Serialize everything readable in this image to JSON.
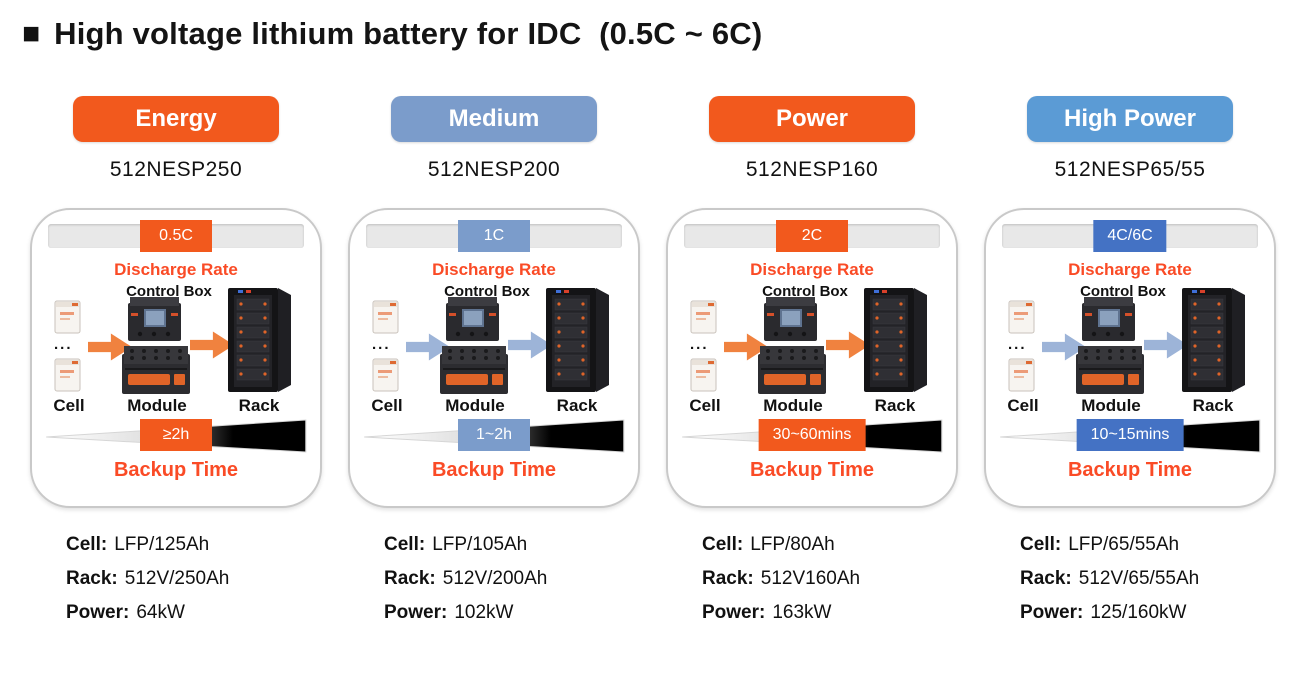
{
  "title": {
    "bullet": "■",
    "text": "High voltage lithium battery for IDC  (0.5C ~ 6C)"
  },
  "colors": {
    "accent_orange": "#f2591d",
    "accent_label_red": "#fa4b26",
    "medium_blue": "#7b9ccb",
    "high_power_blue": "#5b9bd5",
    "royal_blue": "#4472c4",
    "arrow_orange": "#f0823f",
    "arrow_blue": "#9db4d8"
  },
  "columns": [
    {
      "category": "Energy",
      "model": "512NESP250",
      "theme": {
        "header_bg": "#f2591d",
        "badge_bg": "#f2591d",
        "arrow": "#f0823f"
      },
      "discharge": {
        "rate": "0.5C",
        "label": "Discharge Rate"
      },
      "diagram": {
        "control_box": "Control Box",
        "cell": "Cell",
        "module": "Module",
        "rack": "Rack",
        "dots": "..."
      },
      "backup": {
        "time": "≥2h",
        "label": "Backup Time"
      },
      "specs": [
        {
          "label": "Cell:",
          "value": "LFP/125Ah"
        },
        {
          "label": "Rack:",
          "value": "512V/250Ah"
        },
        {
          "label": "Power:",
          "value": "64kW"
        }
      ]
    },
    {
      "category": "Medium",
      "model": "512NESP200",
      "theme": {
        "header_bg": "#7b9ccb",
        "badge_bg": "#7b9ccb",
        "arrow": "#9db4d8"
      },
      "discharge": {
        "rate": "1C",
        "label": "Discharge Rate"
      },
      "diagram": {
        "control_box": "Control Box",
        "cell": "Cell",
        "module": "Module",
        "rack": "Rack",
        "dots": "..."
      },
      "backup": {
        "time": "1~2h",
        "label": "Backup Time"
      },
      "specs": [
        {
          "label": "Cell:",
          "value": "LFP/105Ah"
        },
        {
          "label": "Rack:",
          "value": "512V/200Ah"
        },
        {
          "label": "Power:",
          "value": "102kW"
        }
      ]
    },
    {
      "category": "Power",
      "model": "512NESP160",
      "theme": {
        "header_bg": "#f2591d",
        "badge_bg": "#f2591d",
        "arrow": "#f0823f"
      },
      "discharge": {
        "rate": "2C",
        "label": "Discharge Rate"
      },
      "diagram": {
        "control_box": "Control Box",
        "cell": "Cell",
        "module": "Module",
        "rack": "Rack",
        "dots": "..."
      },
      "backup": {
        "time": "30~60mins",
        "label": "Backup Time"
      },
      "specs": [
        {
          "label": "Cell:",
          "value": "LFP/80Ah"
        },
        {
          "label": "Rack:",
          "value": "512V160Ah"
        },
        {
          "label": "Power:",
          "value": "163kW"
        }
      ]
    },
    {
      "category": "High Power",
      "model": "512NESP65/55",
      "theme": {
        "header_bg": "#5b9bd5",
        "badge_bg": "#4472c4",
        "arrow": "#9db4d8"
      },
      "discharge": {
        "rate": "4C/6C",
        "label": "Discharge Rate"
      },
      "diagram": {
        "control_box": "Control Box",
        "cell": "Cell",
        "module": "Module",
        "rack": "Rack",
        "dots": "..."
      },
      "backup": {
        "time": "10~15mins",
        "label": "Backup Time"
      },
      "specs": [
        {
          "label": "Cell:",
          "value": "LFP/65/55Ah"
        },
        {
          "label": "Rack:",
          "value": "512V/65/55Ah"
        },
        {
          "label": "Power:",
          "value": "125/160kW"
        }
      ]
    }
  ]
}
